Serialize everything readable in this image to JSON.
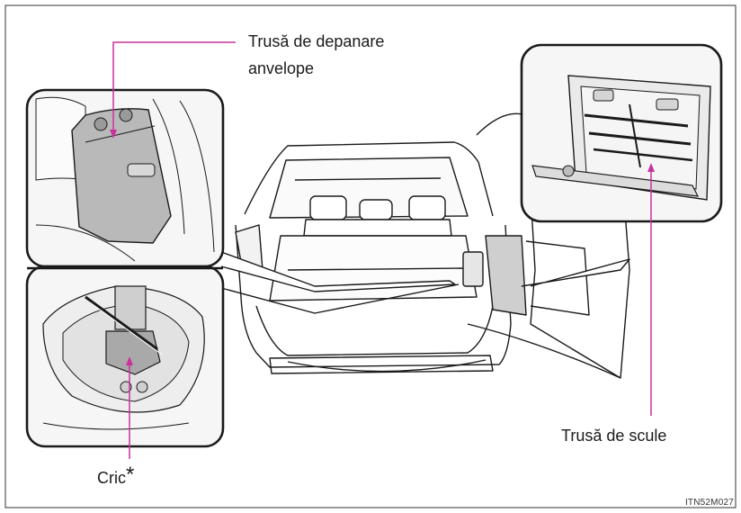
{
  "callouts": {
    "tire_kit_line1": "Trusă de depanare",
    "tire_kit_line2": "anvelope",
    "tool_kit": "Trusă de scule",
    "jack": "Cric",
    "jack_mark": "*"
  },
  "figure_code": "ITN52M027",
  "colors": {
    "callout_line": "#c8329b",
    "outline": "#1a1a1a",
    "panel_fill": "#f4f4f4",
    "part_fill": "#bdbdbd"
  }
}
